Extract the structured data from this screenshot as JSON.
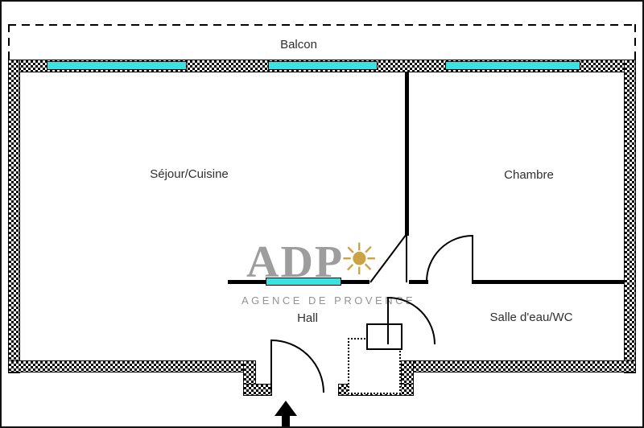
{
  "plan": {
    "rooms": [
      {
        "label": "Balcon"
      },
      {
        "label": "Séjour/Cuisine"
      },
      {
        "label": "Chambre"
      },
      {
        "label": "Hall"
      },
      {
        "label": "Salle d'eau/WC"
      }
    ]
  },
  "watermark": {
    "name": "ADP",
    "tagline": "AGENCE DE PROVENCE"
  },
  "icons": {
    "sun-icon": "☀",
    "entrance-arrow-icon": "▲"
  },
  "colors": {
    "window_glass": "#3BE2E2",
    "wall_outline": "#000000",
    "watermark_gray": "#8C8C8C",
    "watermark_gold": "#C79A2F",
    "label_text": "#2F2F2F"
  }
}
